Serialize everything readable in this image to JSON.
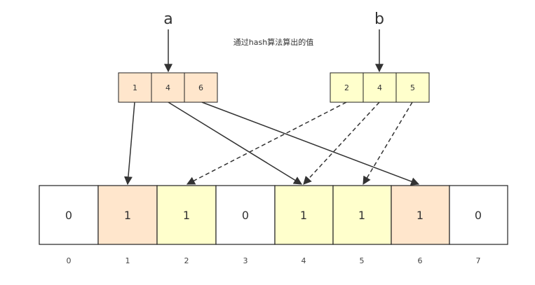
{
  "labels": {
    "a": "a",
    "b": "b"
  },
  "note": "通过hash算法算出的值",
  "hash_a": [
    "1",
    "4",
    "6"
  ],
  "hash_b": [
    "2",
    "4",
    "5"
  ],
  "bits": [
    "0",
    "1",
    "1",
    "0",
    "1",
    "1",
    "1",
    "0"
  ],
  "indices": [
    "0",
    "1",
    "2",
    "3",
    "4",
    "5",
    "6",
    "7"
  ],
  "colors": {
    "a_fill": "#ffe6cc",
    "b_fill": "#ffffcc",
    "empty_fill": "#ffffff",
    "stroke": "#222222",
    "arrow": "#333333"
  }
}
